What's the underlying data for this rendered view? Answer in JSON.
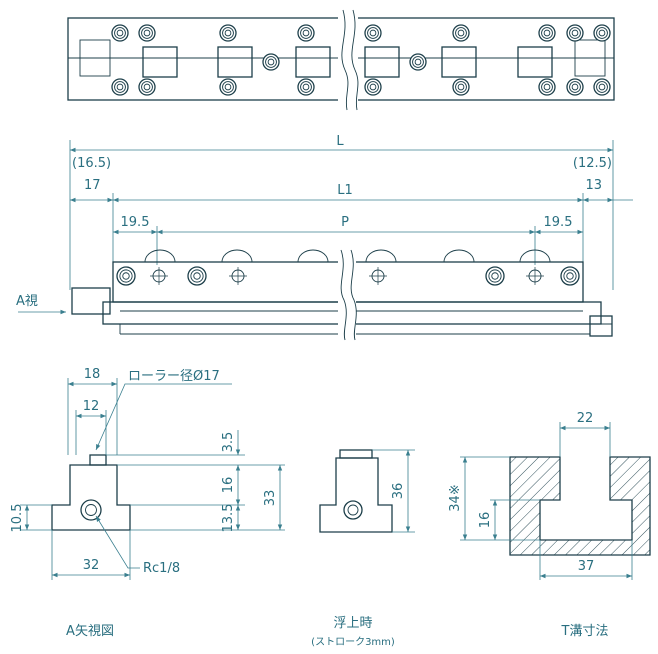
{
  "colors": {
    "line": "#1d3f4a",
    "dimension": "#3a7f8f",
    "text": "#2a6f80",
    "background": "#ffffff"
  },
  "front_view": {
    "dims": {
      "L": "L",
      "L1": "L1",
      "P": "P",
      "left_paren": "(16.5)",
      "left": "17",
      "right_paren": "(12.5)",
      "right": "13",
      "pitch_left": "19.5",
      "pitch_right": "19.5"
    },
    "view_arrow_label": "A視"
  },
  "a_view": {
    "dims": {
      "w18": "18",
      "w12": "12",
      "h35": "3.5",
      "h16": "16",
      "h135": "13.5",
      "h33": "33",
      "h105": "10.5",
      "w32": "32"
    },
    "roller_note": "ローラー径Ø17",
    "port_note": "Rc1/8",
    "caption": "A矢視図"
  },
  "float_view": {
    "dims": {
      "h36": "36"
    },
    "caption": "浮上時",
    "sub_caption": "(ストローク3mm)"
  },
  "t_slot": {
    "dims": {
      "w22": "22",
      "h34": "34※",
      "h16": "16",
      "w37": "37"
    },
    "caption": "T溝寸法"
  }
}
